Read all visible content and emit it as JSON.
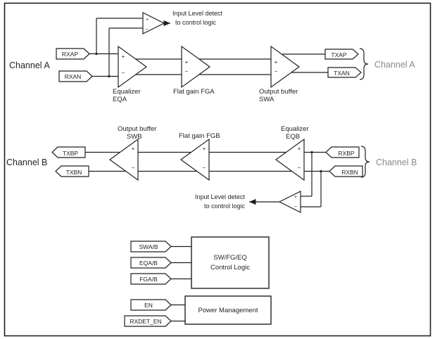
{
  "colors": {
    "line": "#231f20",
    "channel_label_gray": "#87898c"
  },
  "channel_a": {
    "left_label": "Channel A",
    "right_label": "Channel A",
    "input_top": "RXAP",
    "input_bottom": "RXAN",
    "output_top": "TXAP",
    "output_bottom": "TXAN",
    "equalizer_line1": "Equalizer",
    "equalizer_line2": "EQA",
    "flat_gain": "Flat gain FGA",
    "output_buffer_line1": "Output buffer",
    "output_buffer_line2": "SWA",
    "detect_line1": "Input Level detect",
    "detect_line2": "to control logic"
  },
  "channel_b": {
    "left_label": "Channel B",
    "right_label": "Channel B",
    "output_top": "TXBP",
    "output_bottom": "TXBN",
    "input_top": "RXBP",
    "input_bottom": "RXBN",
    "output_buffer_line1": "Output buffer",
    "output_buffer_line2": "SWB",
    "flat_gain": "Flat gain FGB",
    "equalizer_line1": "Equalizer",
    "equalizer_line2": "EQB",
    "detect_line1": "Input Level detect",
    "detect_line2": "to control logic"
  },
  "control_logic": {
    "inputs": [
      "SWA/B",
      "EQA/B",
      "FGA/B"
    ],
    "box_line1": "SW/FG/EQ",
    "box_line2": "Control Logic"
  },
  "power": {
    "inputs": [
      "EN",
      "RXDET_EN"
    ],
    "box": "Power Management"
  },
  "symbols": {
    "plus": "+",
    "minus": "−"
  }
}
